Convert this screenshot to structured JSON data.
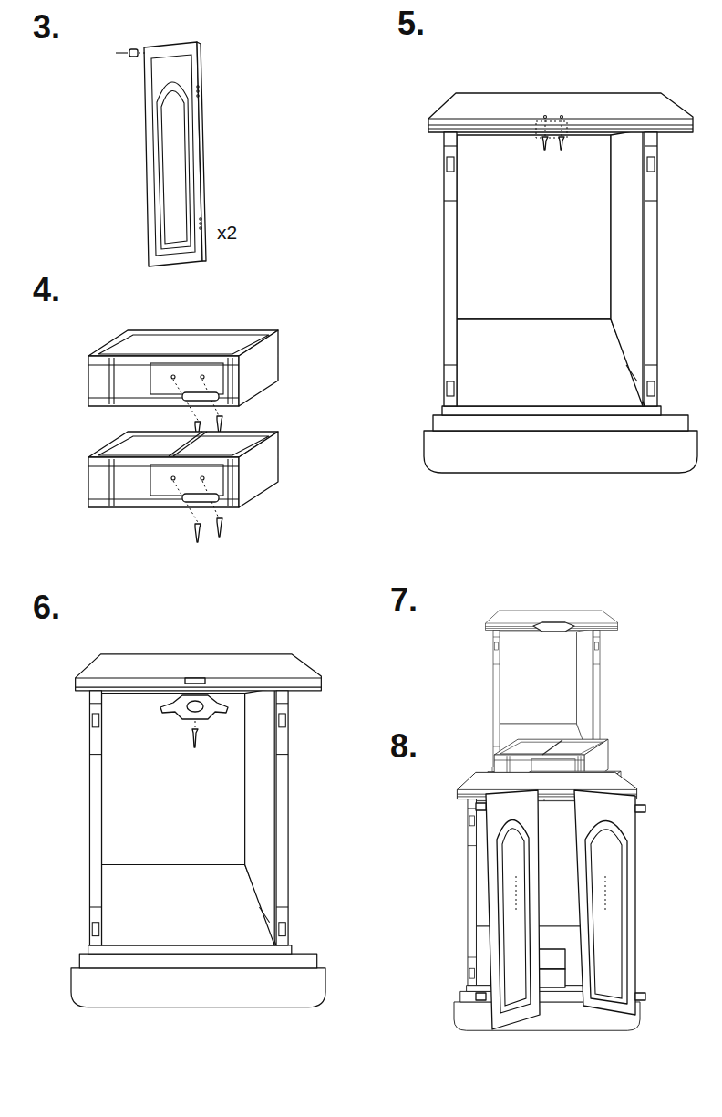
{
  "diagram": {
    "labels": [
      "3.",
      "x2",
      "4.",
      "5.",
      "6.",
      "7.",
      "8."
    ]
  }
}
